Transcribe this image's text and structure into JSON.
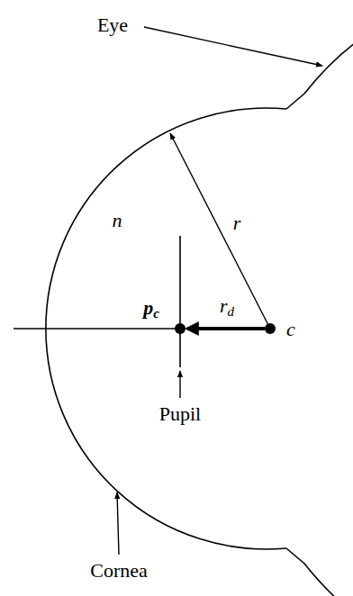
{
  "diagram": {
    "labels": [
      "Eye",
      "n",
      "r",
      "pc",
      "rd",
      "c",
      "Pupil",
      "Cornea"
    ]
  }
}
